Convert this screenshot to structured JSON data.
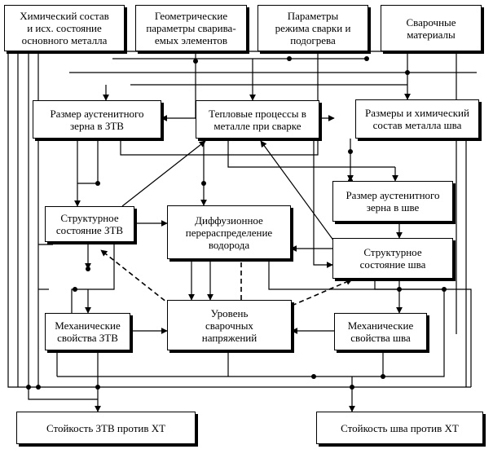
{
  "diagram": {
    "nodes": {
      "chem_base": "Химический состав\nи исх. состояние\nосновного металла",
      "geom": "Геометрические\nпараметры сварива-\nемых элементов",
      "welding_params": "Параметры\nрежима сварки и\nподогрева",
      "consumables": "Сварочные\nматериалы",
      "grain_haz": "Размер аустенитного\nзерна в ЗТВ",
      "thermal": "Тепловые процессы в\nметалле при сварке",
      "weld_chem": "Размеры и химический\nсостав металла шва",
      "grain_weld": "Размер аустенитного\nзерна в шве",
      "struct_haz": "Структурное\nсостояние ЗТВ",
      "hydrogen": "Диффузионное\nперераспределение\nводорода",
      "struct_weld": "Структурное\nсостояние шва",
      "mech_haz": "Механические\nсвойства ЗТВ",
      "stress": "Уровень\nсварочных\nнапряжений",
      "mech_weld": "Механические\nсвойства шва",
      "res_haz": "Стойкость ЗТВ против ХТ",
      "res_weld": "Стойкость шва против ХТ"
    }
  }
}
